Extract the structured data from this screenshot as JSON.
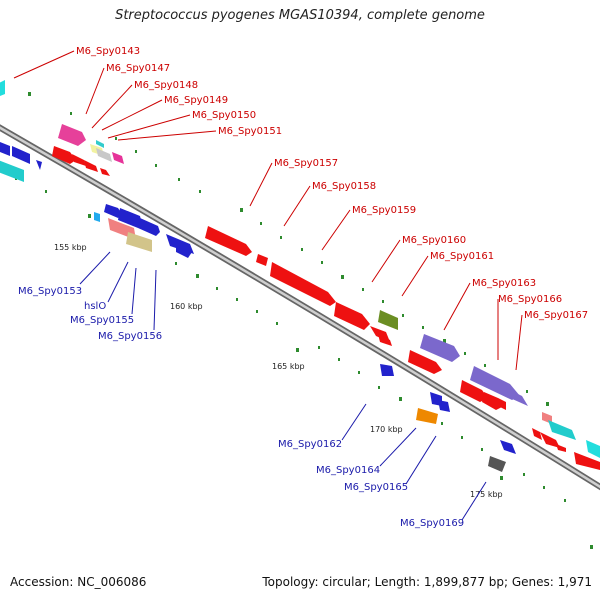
{
  "title": "Streptococcus pyogenes MGAS10394, complete genome",
  "footer": {
    "accession": "Accession: NC_006086",
    "summary": "Topology: circular; Length: 1,899,877 bp; Genes: 1,971"
  },
  "colors": {
    "backbone": "#8a8a8a",
    "tick": "#2e8b2e",
    "forward_label": "#cc0000",
    "reverse_label": "#1a1aaa"
  },
  "scale_labels": [
    "155 kbp",
    "160 kbp",
    "165 kbp",
    "170 kbp",
    "175 kbp"
  ],
  "forward_labels": [
    "M6_Spy0143",
    "M6_Spy0147",
    "M6_Spy0148",
    "M6_Spy0149",
    "M6_Spy0150",
    "M6_Spy0151",
    "M6_Spy0157",
    "M6_Spy0158",
    "M6_Spy0159",
    "M6_Spy0160",
    "M6_Spy0161",
    "M6_Spy0163",
    "M6_Spy0166",
    "M6_Spy0167"
  ],
  "reverse_labels": [
    "M6_Spy0153",
    "hslO",
    "M6_Spy0155",
    "M6_Spy0156",
    "M6_Spy0162",
    "M6_Spy0164",
    "M6_Spy0165",
    "M6_Spy0169"
  ]
}
